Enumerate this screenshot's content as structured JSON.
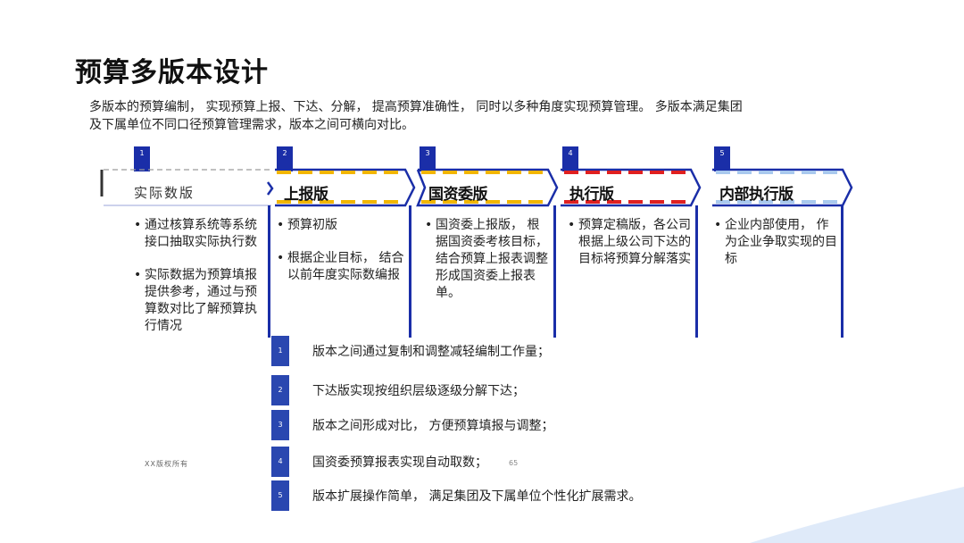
{
  "title": "预算多版本设计",
  "intro": "多版本的预算编制， 实现预算上报、下达、分解， 提高预算准确性， 同时以多种角度实现预算管理。 多版本满足集团及下属单位不同口径预算管理需求，版本之间可横向对比。",
  "stages": [
    {
      "num": "1",
      "label": "实际数版",
      "bullets": [
        "通过核算系统等系统接口抽取实际执行数",
        "实际数据为预算填报提供参考，通过与预算数对比了解预算执行情况"
      ]
    },
    {
      "num": "2",
      "label": "上报版",
      "bullets": [
        "预算初版",
        "根据企业目标， 结合以前年度实际数编报"
      ]
    },
    {
      "num": "3",
      "label": "国资委版",
      "bullets": [
        "国资委上报版， 根据国资委考核目标，结合预算上报表调整形成国资委上报表单。"
      ]
    },
    {
      "num": "4",
      "label": "执行版",
      "bullets": [
        "预算定稿版，各公司根据上级公司下达的目标将预算分解落实"
      ]
    },
    {
      "num": "5",
      "label": "内部执行版",
      "bullets": [
        "企业内部使用， 作为企业争取实现的目标"
      ]
    }
  ],
  "features": [
    {
      "num": "1",
      "text": "版本之间通过复制和调整减轻编制工作量；"
    },
    {
      "num": "2",
      "text": "下达版实现按组织层级逐级分解下达；"
    },
    {
      "num": "3",
      "text": "版本之间形成对比， 方便预算填报与调整；"
    },
    {
      "num": "4",
      "text": "国资委预算报表实现自动取数；"
    },
    {
      "num": "5",
      "text": "版本扩展操作简单， 满足集团及下属单位个性化扩展需求。"
    }
  ],
  "footer": "XX版权所有",
  "page_number": "65",
  "colors": {
    "navy": "#1a2ea8",
    "yellow": "#f2b600",
    "red": "#e02020",
    "lightblue": "#a9c9ee"
  }
}
